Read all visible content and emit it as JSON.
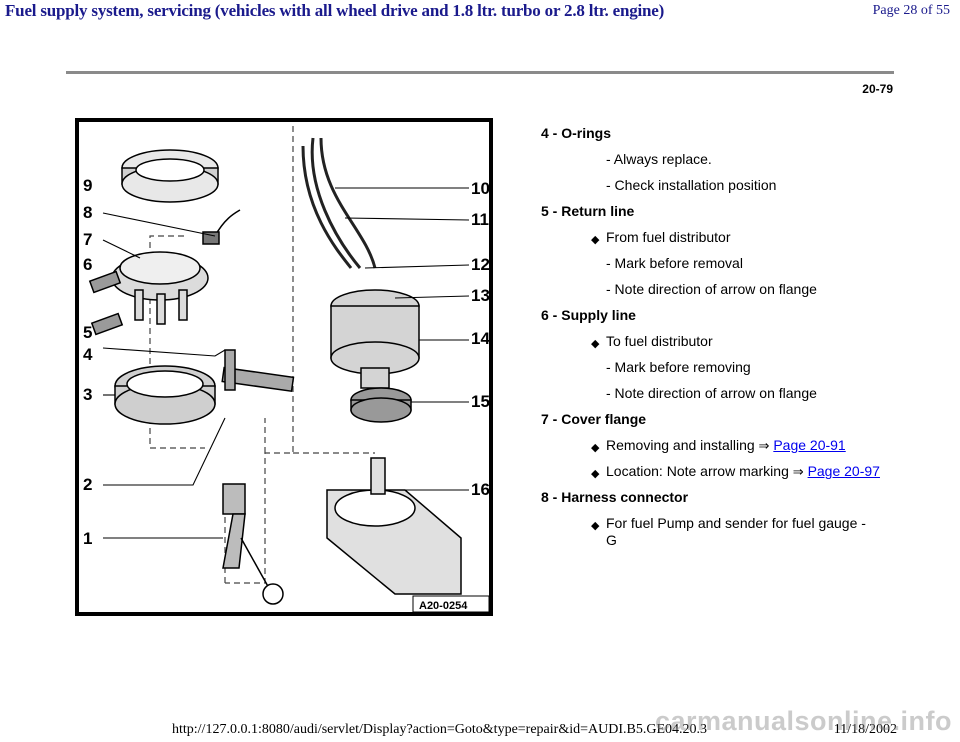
{
  "header": {
    "title": "Fuel supply system, servicing (vehicles with all wheel drive and 1.8 ltr. turbo or 2.8 ltr. engine)",
    "page_indicator": "Page 28 of 55"
  },
  "page_number": "20-79",
  "figure": {
    "code": "A20-0254",
    "callouts": [
      "1",
      "2",
      "3",
      "4",
      "5",
      "6",
      "7",
      "8",
      "9",
      "10",
      "11",
      "12",
      "13",
      "14",
      "15",
      "16"
    ]
  },
  "items": [
    {
      "heading": "4 - O-rings",
      "lines": [
        {
          "type": "sub",
          "text": "- Always replace."
        },
        {
          "type": "sub",
          "text": "- Check installation position"
        }
      ]
    },
    {
      "heading": "5 - Return line",
      "lines": [
        {
          "type": "bullet",
          "text": "From fuel distributor"
        },
        {
          "type": "sub",
          "text": "- Mark before removal"
        },
        {
          "type": "sub",
          "text": "- Note direction of arrow on flange"
        }
      ]
    },
    {
      "heading": "6 - Supply line",
      "lines": [
        {
          "type": "bullet",
          "text": "To fuel distributor"
        },
        {
          "type": "sub",
          "text": "- Mark before removing"
        },
        {
          "type": "sub",
          "text": "- Note direction of arrow on flange"
        }
      ]
    },
    {
      "heading": "7 - Cover flange",
      "lines": [
        {
          "type": "bullet",
          "text": "Removing and installing",
          "link": "Page 20-91"
        },
        {
          "type": "bullet",
          "text": "Location: Note arrow marking",
          "link": "Page 20-97"
        }
      ]
    },
    {
      "heading": "8 - Harness connector",
      "lines": [
        {
          "type": "bullet",
          "text": "For fuel Pump and sender for fuel gauge - G"
        }
      ]
    }
  ],
  "footer": {
    "url": "http://127.0.0.1:8080/audi/servlet/Display?action=Goto&type=repair&id=AUDI.B5.GE04.20.3",
    "date": "11/18/2002",
    "watermark": "carmanualsonline.info"
  }
}
